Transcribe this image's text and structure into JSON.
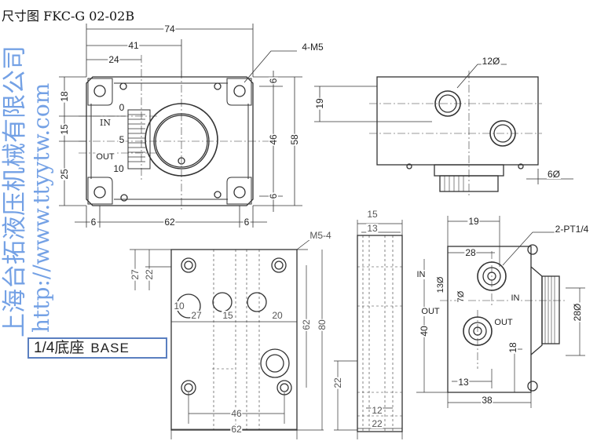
{
  "title": "尺寸图 FKC-G 02-02B",
  "top_view": {
    "dims": {
      "overall_width": "74",
      "center_offset": "41",
      "scale_offset": "24",
      "mount_thread": "4-M5",
      "left_top": "18",
      "left_mid": "15",
      "left_bottom": "25",
      "right_top": "6",
      "right_mid": "46",
      "right_bottom": "6",
      "overall_height": "58",
      "bottom_left": "6",
      "bottom_span": "62",
      "bottom_right": "6"
    },
    "scale_labels": {
      "zero": "0",
      "five": "5",
      "ten": "10"
    },
    "ports": {
      "in": "IN",
      "out": "OUT"
    }
  },
  "side_view": {
    "port_dia": "12Ø",
    "height": "19",
    "stem_dia": "6Ø"
  },
  "base": {
    "label_cn": "1/4底座",
    "label_en": "BASE",
    "thread": "M5-4",
    "dims": {
      "d27": "27",
      "d22": "22",
      "d10": "10",
      "d27b": "27",
      "d15": "15",
      "d20": "20",
      "d62v": "62",
      "d80": "80",
      "d46": "46",
      "d62h": "62"
    },
    "side": {
      "d15": "15",
      "d13": "13",
      "d22v": "22",
      "d12": "12",
      "d22h": "22"
    }
  },
  "right_view": {
    "d19": "19",
    "thread": "2-PT1/4",
    "d28": "28",
    "in_left": "IN",
    "d13dia": "13Ø",
    "d7dia": "7Ø",
    "in_right": "IN",
    "out_left": "OUT",
    "out_right": "OUT",
    "d40": "40",
    "d28dia": "28Ø",
    "d18": "18",
    "d13": "13",
    "d38": "38"
  },
  "watermark": {
    "company": "上海台拓液压机械有限公司",
    "url": "http://www.ttyytw.com"
  }
}
